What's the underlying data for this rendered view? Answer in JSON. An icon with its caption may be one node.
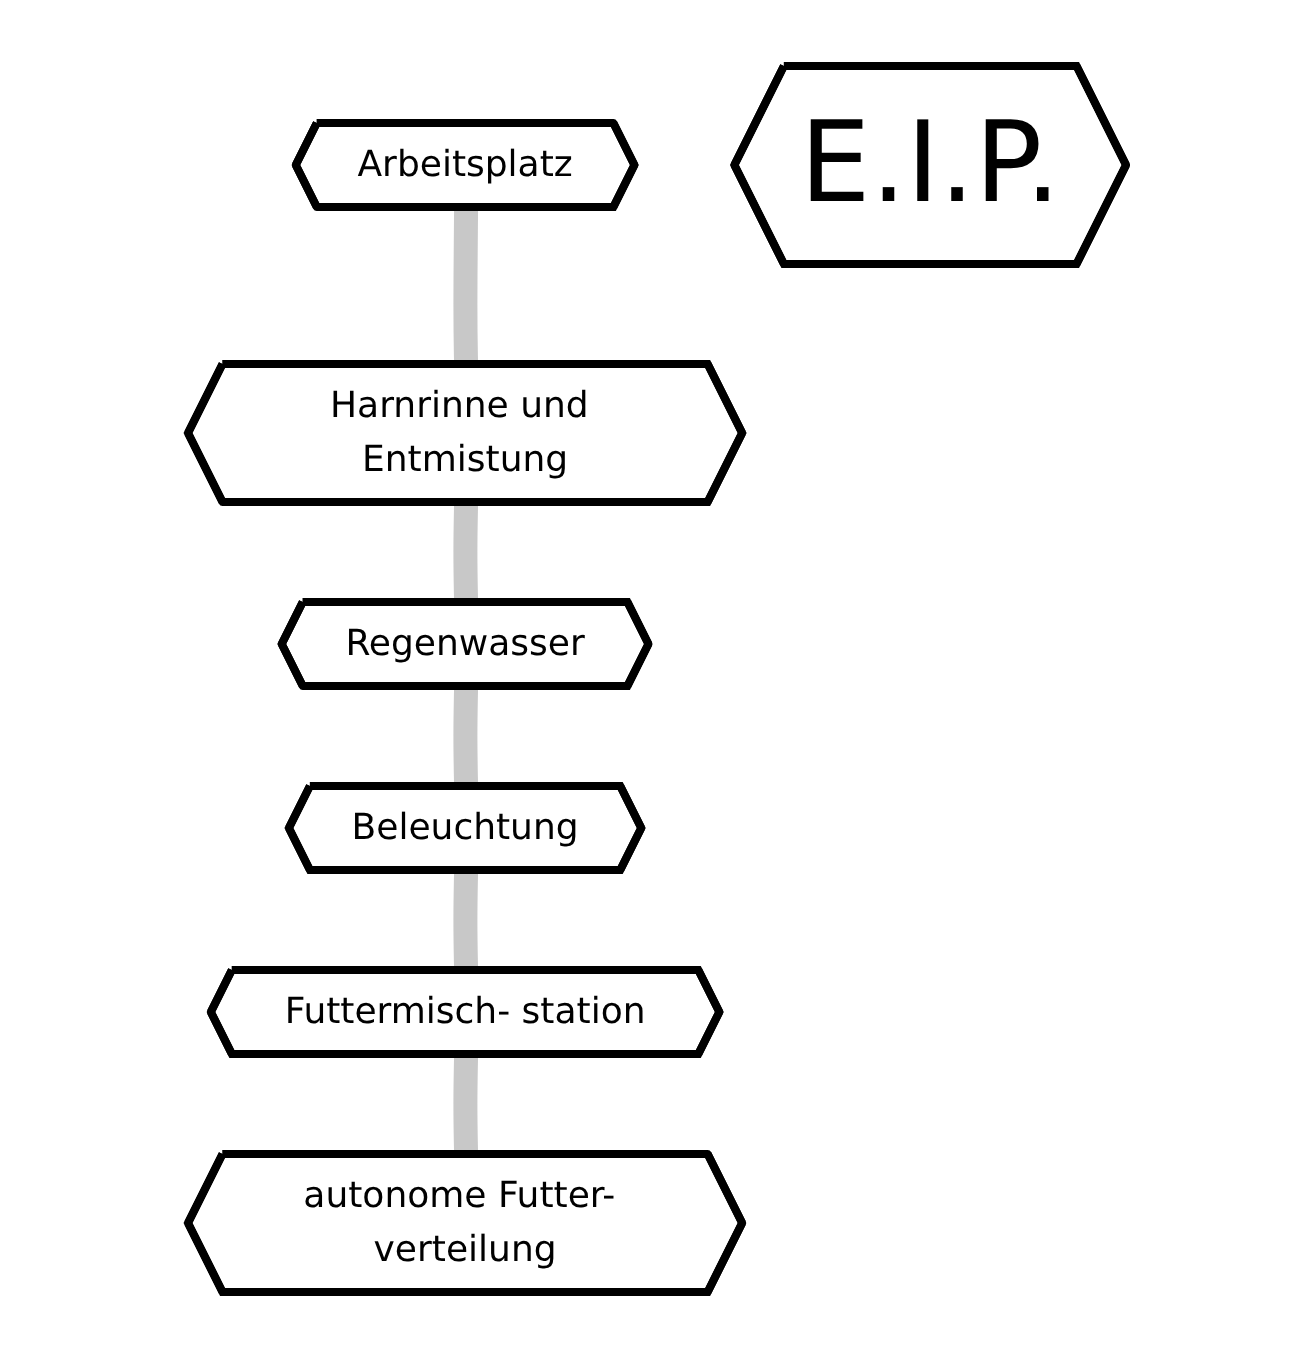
{
  "diagram": {
    "nodes": [
      {
        "text": [
          "Arbeitsplatz"
        ]
      },
      {
        "text": [
          "autonome Futter- verteilung"
        ]
      },
      {
        "text": [
          "Harnrinne und Entmistung"
        ]
      },
      {
        "text": [
          "E.I.P."
        ]
      },
      {
        "text": [
          "Futtermisch- station"
        ]
      },
      {
        "text": [
          "Regenwasser"
        ]
      },
      {
        "text": [
          "Beleuchtung"
        ]
      }
    ],
    "edges": [
      {
        "from": 0,
        "to": 2,
        "arrow": "none"
      },
      {
        "from": 2,
        "to": 5,
        "arrow": "none"
      },
      {
        "from": 5,
        "to": 6,
        "arrow": "none"
      },
      {
        "from": 6,
        "to": 4,
        "arrow": "none"
      },
      {
        "from": 4,
        "to": 1,
        "arrow": "none"
      }
    ]
  }
}
